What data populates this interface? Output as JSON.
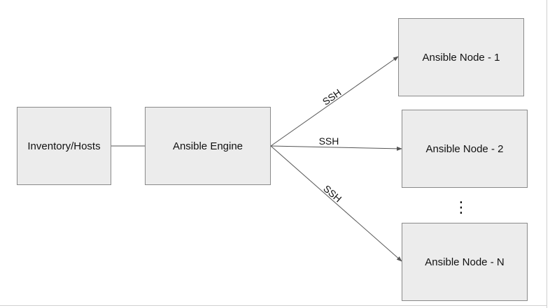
{
  "nodes": {
    "inventory": "Inventory/Hosts",
    "engine": "Ansible Engine",
    "node1": "Ansible Node - 1",
    "node2": "Ansible Node - 2",
    "nodeN": "Ansible Node - N"
  },
  "edges": {
    "ssh_1": "SSH",
    "ssh_2": "SSH",
    "ssh_n": "SSH"
  },
  "ellipsis": "⋮",
  "colors": {
    "box_fill": "#ececec",
    "box_border": "#8a8a8a",
    "edge": "#555555"
  }
}
